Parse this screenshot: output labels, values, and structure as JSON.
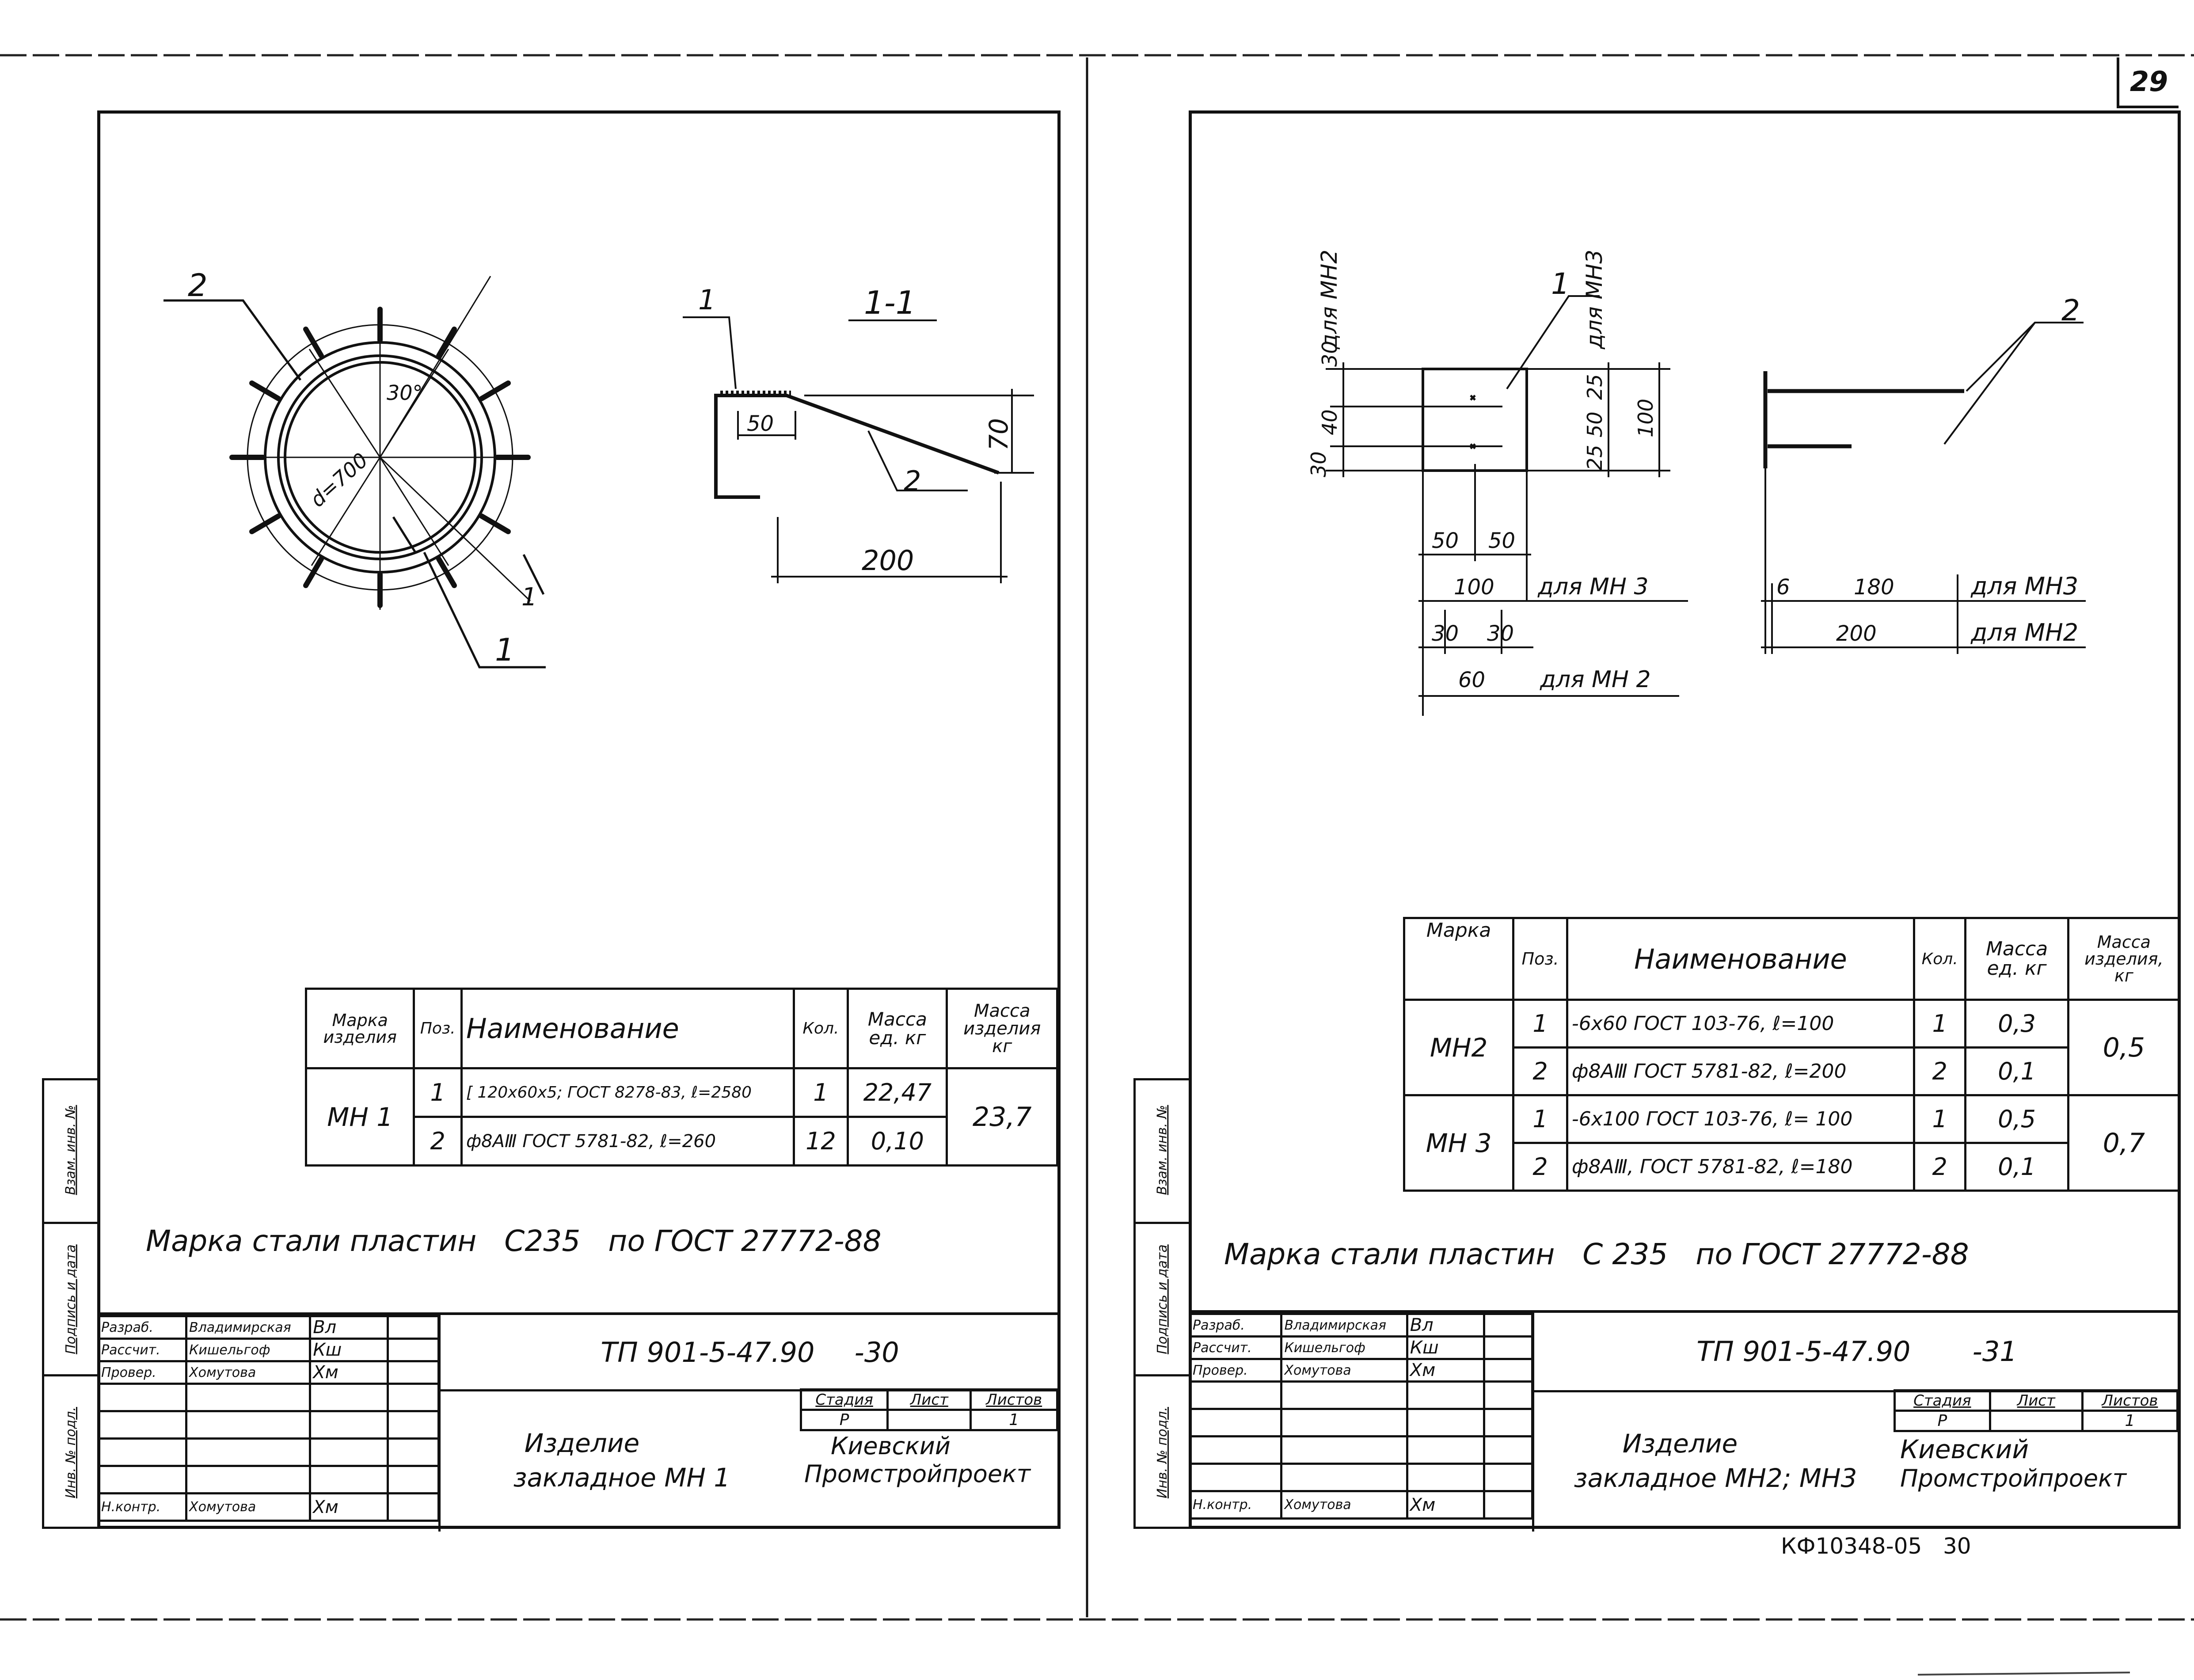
{
  "page_number": "29",
  "left_sheet": {
    "section_label": "1-1",
    "callout_1": "1",
    "callout_2": "2",
    "dim_d": "d=700",
    "dim_angle": "30°",
    "dim_50": "50",
    "dim_70": "70",
    "dim_200": "200",
    "section_mark": "1",
    "spec": {
      "headers": [
        "Марка изделия",
        "Поз.",
        "Наименование",
        "Кол.",
        "Масса ед. кг",
        "Масса изделия кг"
      ],
      "mark": "МН 1",
      "total_mass": "23,7",
      "rows": [
        {
          "pos": "1",
          "name": "[ 120x60x5; ГОСТ 8278-83, ℓ=2580",
          "qty": "1",
          "mass": "22,47"
        },
        {
          "pos": "2",
          "name": "ф8АⅢ ГОСТ 5781-82, ℓ=260",
          "qty": "12",
          "mass": "0,10"
        }
      ]
    },
    "steel_note": "Марка стали пластин   С235   по ГОСТ 27772-88",
    "stamp": {
      "doc_number": "ТП 901-5-47.90",
      "sheet_code": "-30",
      "title_line1": "Изделие",
      "title_line2": "закладное  МН 1",
      "org_line1": "Киевский",
      "org_line2": "Промстройпроект",
      "stage_label": "Стадия",
      "sheet_label": "Лист",
      "sheets_label": "Листов",
      "stage": "Р",
      "sheets_total": "1",
      "people": [
        {
          "role": "Разраб.",
          "name": "Владимирская",
          "sign": "Вл"
        },
        {
          "role": "Рассчит.",
          "name": "Кишельгоф",
          "sign": "Кш"
        },
        {
          "role": "Провер.",
          "name": "Хомутова",
          "sign": "Хм"
        },
        {
          "role": "Н.контр.",
          "name": "Хомутова",
          "sign": "Хм"
        }
      ]
    },
    "side_strip": [
      "Инв. № подл.",
      "Подпись и дата",
      "Взам. инв. №"
    ]
  },
  "right_sheet": {
    "labels": {
      "for_mn2": "для МН2",
      "for_mn3": "для МН3",
      "for_mn3_b": "для МН 3",
      "for_mn2_b": "для МН 2",
      "callout_1": "1",
      "callout_2": "2"
    },
    "dims": {
      "v30": "30",
      "v40": "40",
      "v30b": "30",
      "v25": "25",
      "v50": "50",
      "v25b": "25",
      "v100": "100",
      "h50a": "50",
      "h50b": "50",
      "h100": "100",
      "h30a": "30",
      "h30b": "30",
      "h60": "60",
      "h6": "6",
      "h180": "180",
      "h200": "200"
    },
    "spec": {
      "headers": [
        "Марка",
        "Поз.",
        "Наименование",
        "Кол.",
        "Масса ед. кг",
        "Масса изделия, кг"
      ],
      "groups": [
        {
          "mark": "МН2",
          "total_mass": "0,5",
          "rows": [
            {
              "pos": "1",
              "name": "-6x60  ГОСТ 103-76, ℓ=100",
              "qty": "1",
              "mass": "0,3"
            },
            {
              "pos": "2",
              "name": "ф8АⅢ ГОСТ 5781-82, ℓ=200",
              "qty": "2",
              "mass": "0,1"
            }
          ]
        },
        {
          "mark": "МН 3",
          "total_mass": "0,7",
          "rows": [
            {
              "pos": "1",
              "name": "-6x100  ГОСТ 103-76, ℓ= 100",
              "qty": "1",
              "mass": "0,5"
            },
            {
              "pos": "2",
              "name": "ф8АⅢ, ГОСТ 5781-82, ℓ=180",
              "qty": "2",
              "mass": "0,1"
            }
          ]
        }
      ]
    },
    "steel_note": "Марка стали пластин   С 235   по ГОСТ 27772-88",
    "stamp": {
      "doc_number": "ТП 901-5-47.90",
      "sheet_code": "-31",
      "title_line1": "Изделие",
      "title_line2": "закладное МН2; МН3",
      "org_line1": "Киевский",
      "org_line2": "Промстройпроект",
      "stage_label": "Стадия",
      "sheet_label": "Лист",
      "sheets_label": "Листов",
      "stage": "Р",
      "sheets_total": "1",
      "people": [
        {
          "role": "Разраб.",
          "name": "Владимирская",
          "sign": "Вл"
        },
        {
          "role": "Рассчит.",
          "name": "Кишельгоф",
          "sign": "Кш"
        },
        {
          "role": "Провер.",
          "name": "Хомутова",
          "sign": "Хм"
        },
        {
          "role": "Н.контр.",
          "name": "Хомутова",
          "sign": "Хм"
        }
      ]
    },
    "side_strip": [
      "Взам. инв. №",
      "Подпись и дата",
      "Инв. № подл."
    ],
    "footer_code": "КФ10348-05   30"
  }
}
